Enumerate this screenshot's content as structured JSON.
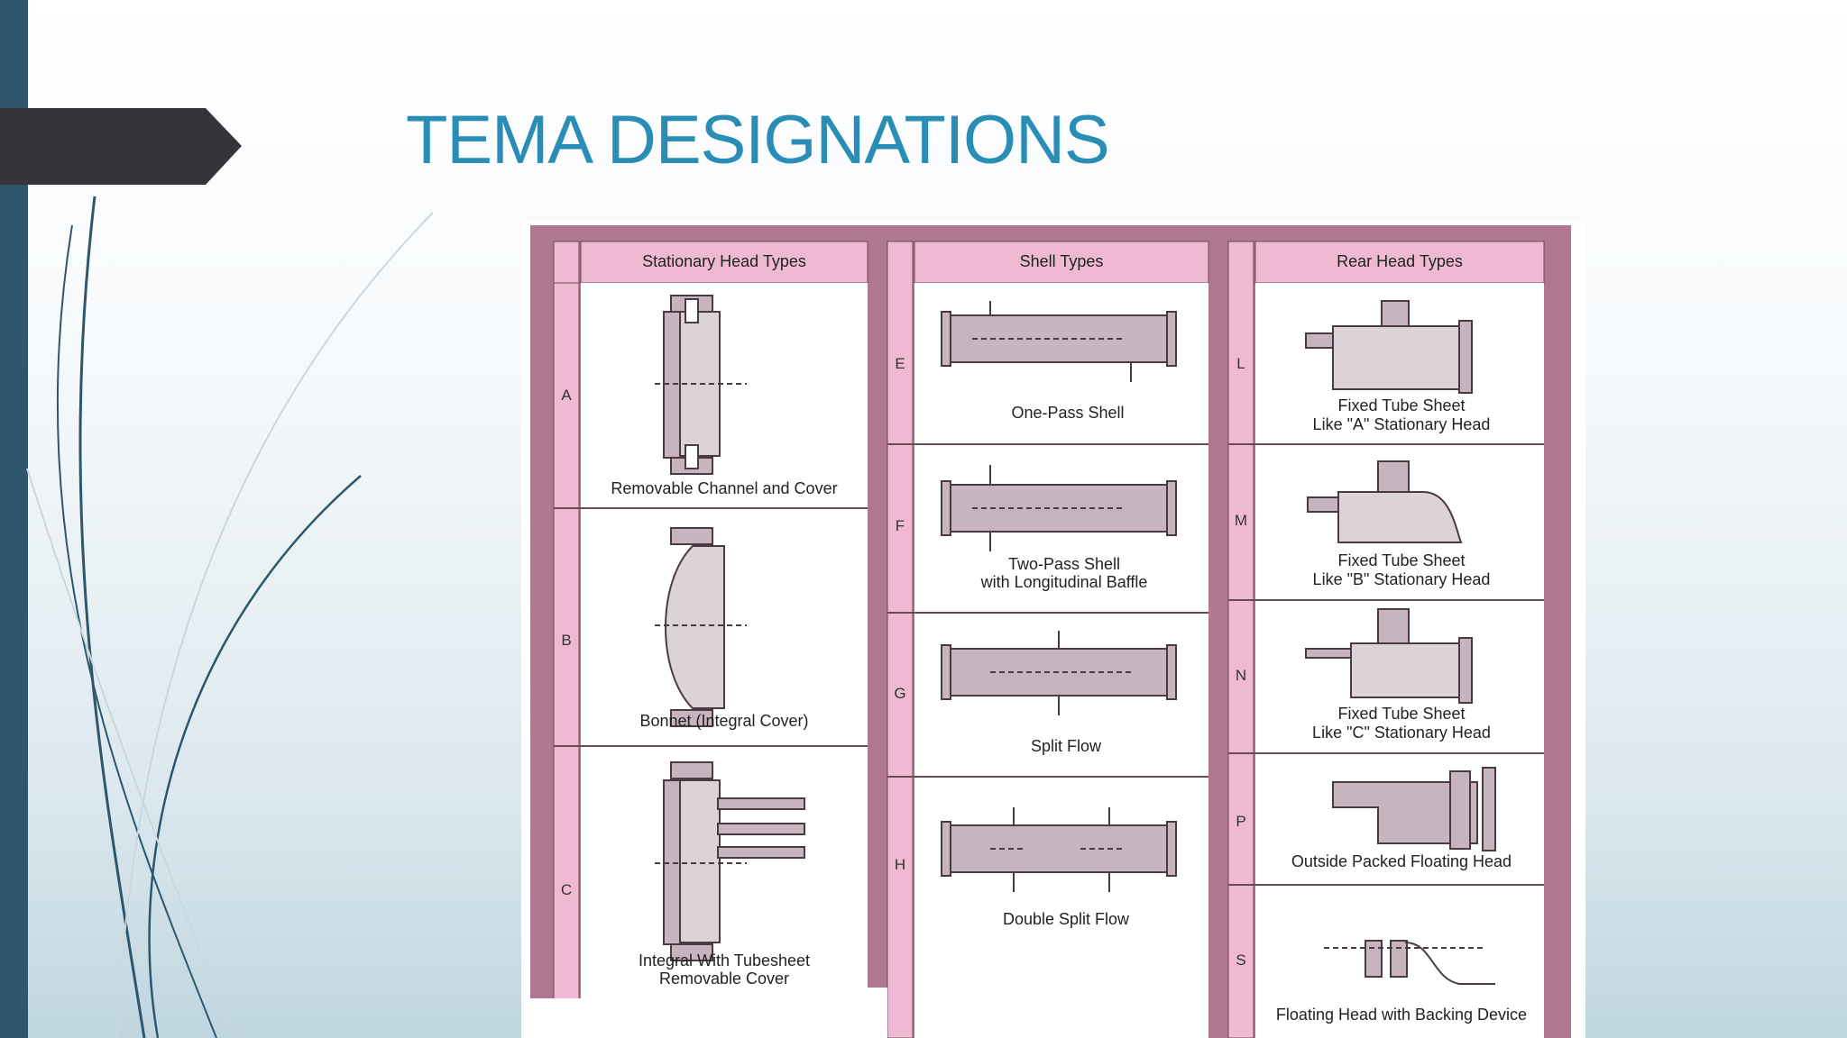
{
  "slide": {
    "title": "TEMA DESIGNATIONS"
  },
  "figure": {
    "columns": [
      {
        "header": "Stationary Head Types"
      },
      {
        "header": "Shell Types"
      },
      {
        "header": "Rear Head Types"
      }
    ],
    "stationary": [
      {
        "letter": "A",
        "caption": "Removable Channel and Cover"
      },
      {
        "letter": "B",
        "caption": "Bonnet (Integral Cover)"
      },
      {
        "letter": "C",
        "caption_line1": "Integral With Tubesheet",
        "caption_line2": "Removable Cover"
      }
    ],
    "shell": [
      {
        "letter": "E",
        "caption": "One-Pass Shell"
      },
      {
        "letter": "F",
        "caption_line1": "Two-Pass Shell",
        "caption_line2": "with Longitudinal Baffle"
      },
      {
        "letter": "G",
        "caption": "Split Flow"
      },
      {
        "letter": "H",
        "caption": "Double Split Flow"
      }
    ],
    "rear": [
      {
        "letter": "L",
        "caption_line1": "Fixed Tube Sheet",
        "caption_line2": "Like \"A\" Stationary Head"
      },
      {
        "letter": "M",
        "caption_line1": "Fixed Tube Sheet",
        "caption_line2": "Like \"B\" Stationary Head"
      },
      {
        "letter": "N",
        "caption_line1": "Fixed Tube Sheet",
        "caption_line2": "Like \"C\" Stationary Head"
      },
      {
        "letter": "P",
        "caption": "Outside Packed Floating Head"
      },
      {
        "letter": "S",
        "caption": "Floating Head with Backing Device"
      }
    ]
  },
  "colors": {
    "title": "#2a8db5",
    "left_bar": "#2e566c",
    "frame": "#b07890",
    "pink": "#efb9d3",
    "drawing_fill": "#c8b4be",
    "drawing_fill_light": "#dcd3d8"
  }
}
